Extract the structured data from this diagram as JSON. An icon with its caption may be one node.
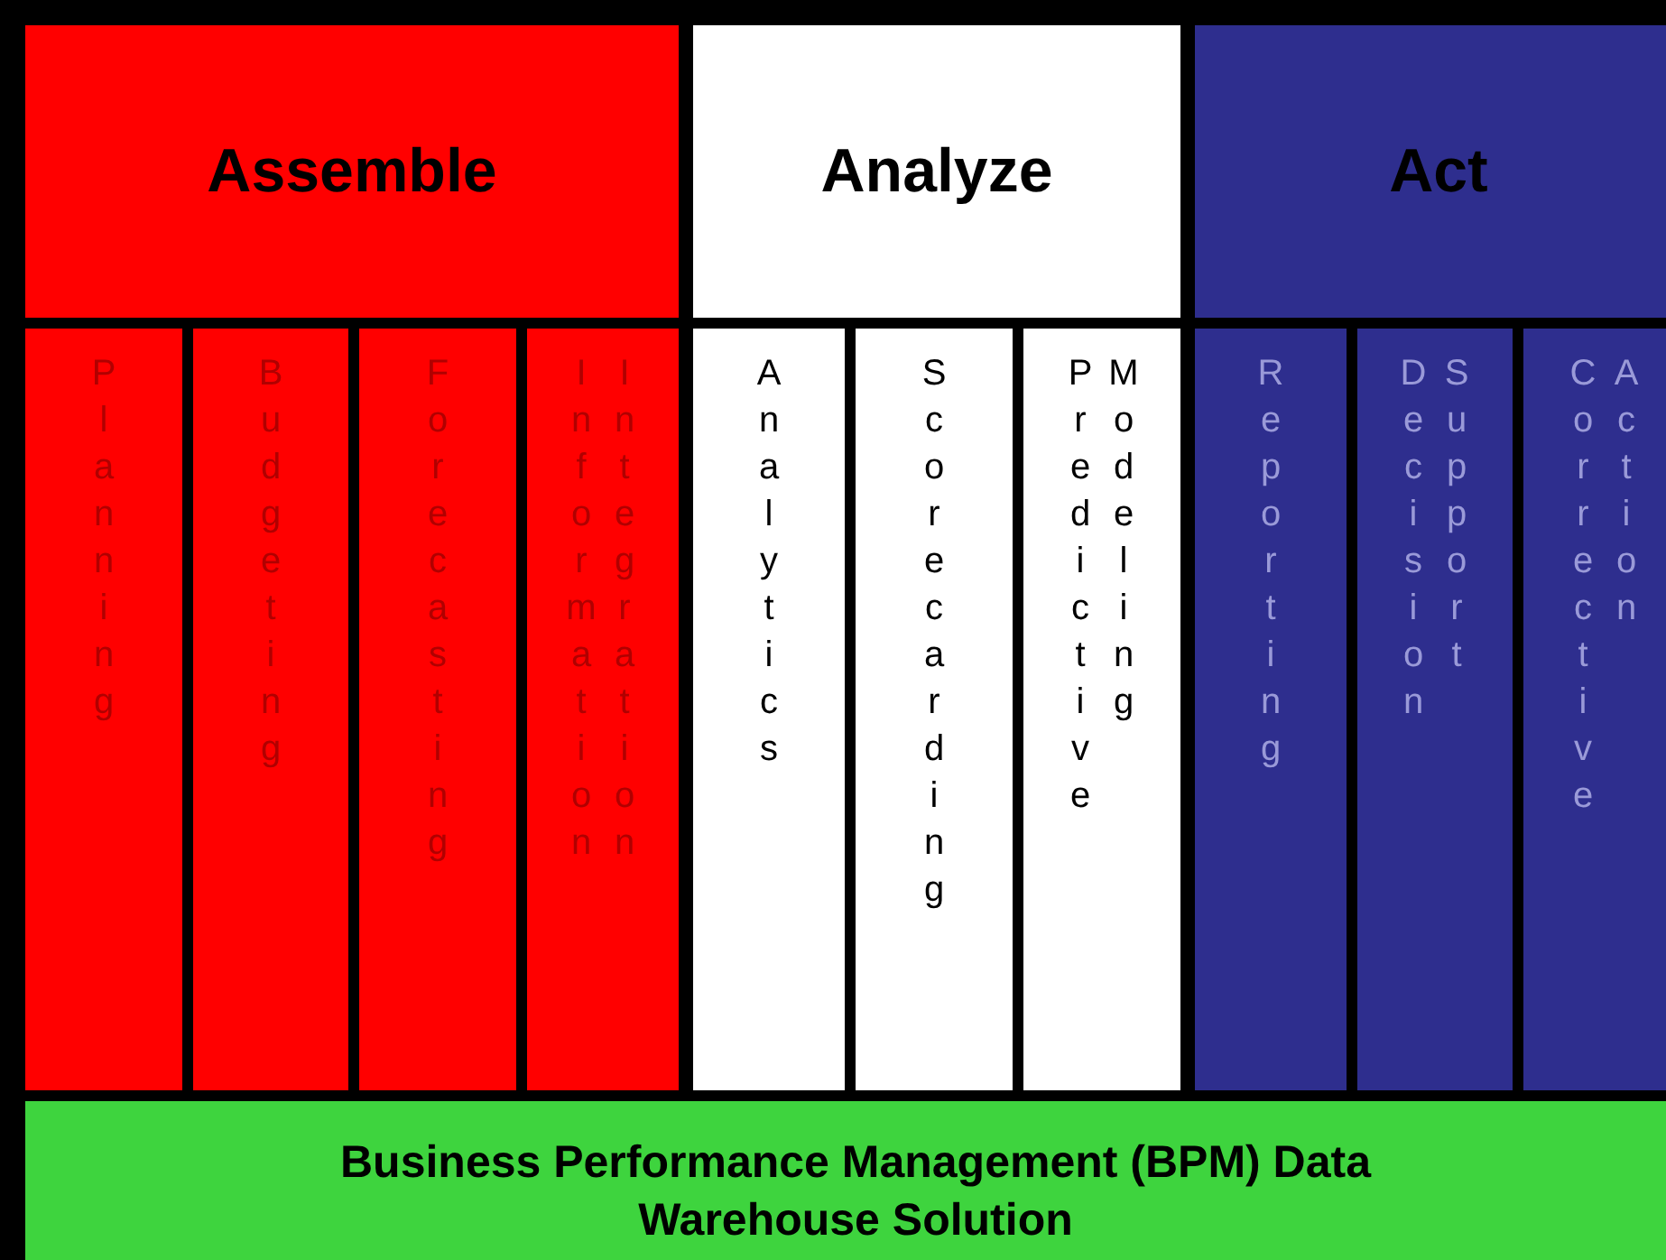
{
  "diagram": {
    "nodes": [
      {
        "text": [
          "Assemble"
        ]
      },
      {
        "text": [
          "Analyze"
        ]
      },
      {
        "text": [
          "Act"
        ]
      },
      {
        "text": [
          "Planning"
        ]
      },
      {
        "text": [
          "Budgeting"
        ]
      },
      {
        "text": [
          "Forecasting"
        ]
      },
      {
        "text": [
          "Information Integration"
        ]
      },
      {
        "text": [
          "Analytics"
        ]
      },
      {
        "text": [
          "Scorecarding"
        ]
      },
      {
        "text": [
          "Predictive Modeling"
        ]
      },
      {
        "text": [
          "Reporting"
        ]
      },
      {
        "text": [
          "Decision Support"
        ]
      },
      {
        "text": [
          "Corrective Action"
        ]
      },
      {
        "text": [
          "Business Performance Management (BPM) Data Warehouse Solution"
        ]
      }
    ]
  }
}
